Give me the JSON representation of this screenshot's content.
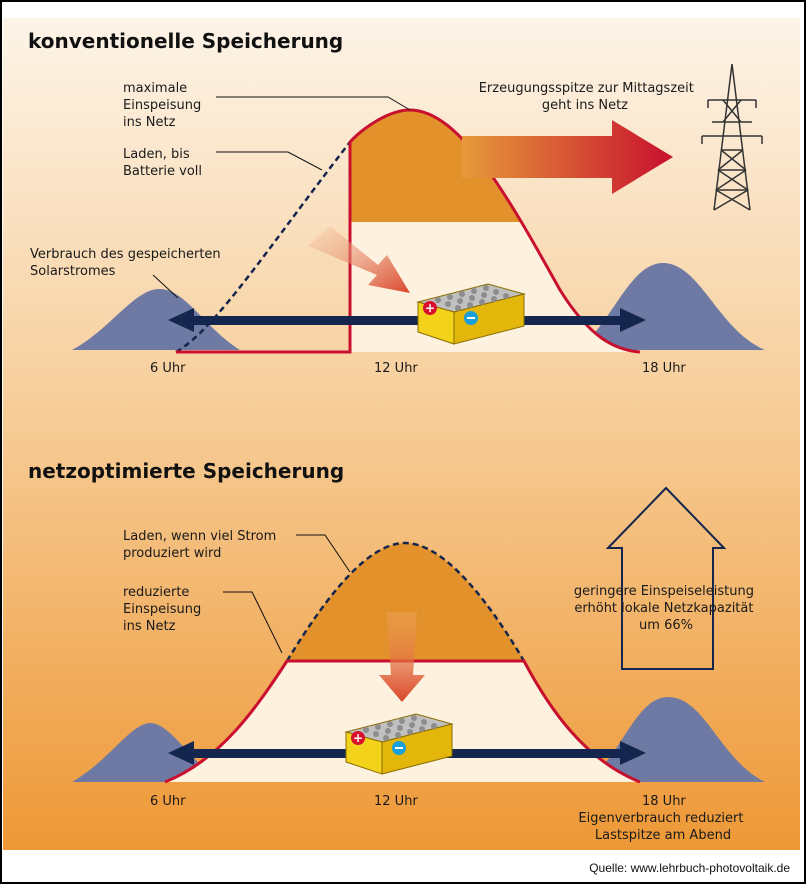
{
  "source": "Quelle: www.lehrbuch-photovoltaik.de",
  "colors": {
    "bg_top": "#fbeedd",
    "bg_bottom": "#ee9a3a",
    "curve_red": "#c8102e",
    "fill_orange": "#e3912b",
    "consumption_blue": "#6e7aa3",
    "arrow_navy": "#14264d",
    "battery_yellow": "#f2d21a"
  },
  "top": {
    "title": "konventionelle Speicherung",
    "label_max": [
      "maximale",
      "Einspeisung",
      "ins Netz"
    ],
    "label_charge": [
      "Laden, bis",
      "Batterie voll"
    ],
    "label_consumption": [
      "Verbrauch des gespeicherten",
      "Solarstromes"
    ],
    "label_peak": [
      "Erzeugungsspitze zur Mittagszeit",
      "geht ins Netz"
    ],
    "ticks": [
      "6 Uhr",
      "12 Uhr",
      "18 Uhr"
    ]
  },
  "bottom": {
    "title": "netzoptimierte Speicherung",
    "label_charge": [
      "Laden, wenn viel Strom",
      "produziert wird"
    ],
    "label_reduced": [
      "reduzierte",
      "Einspeisung",
      "ins Netz"
    ],
    "label_capacity": [
      "geringere Einspeiseleistung",
      "erhöht lokale Netzkapazität",
      "um 66%"
    ],
    "ticks": [
      "6 Uhr",
      "12 Uhr",
      "18 Uhr"
    ],
    "label_selfuse": [
      "Eigenverbrauch reduziert",
      "Lastspitze am Abend"
    ]
  },
  "icons": {
    "pylon": "power-pylon-icon",
    "battery": "battery-icon",
    "plus": "plus-icon",
    "minus": "minus-icon"
  }
}
